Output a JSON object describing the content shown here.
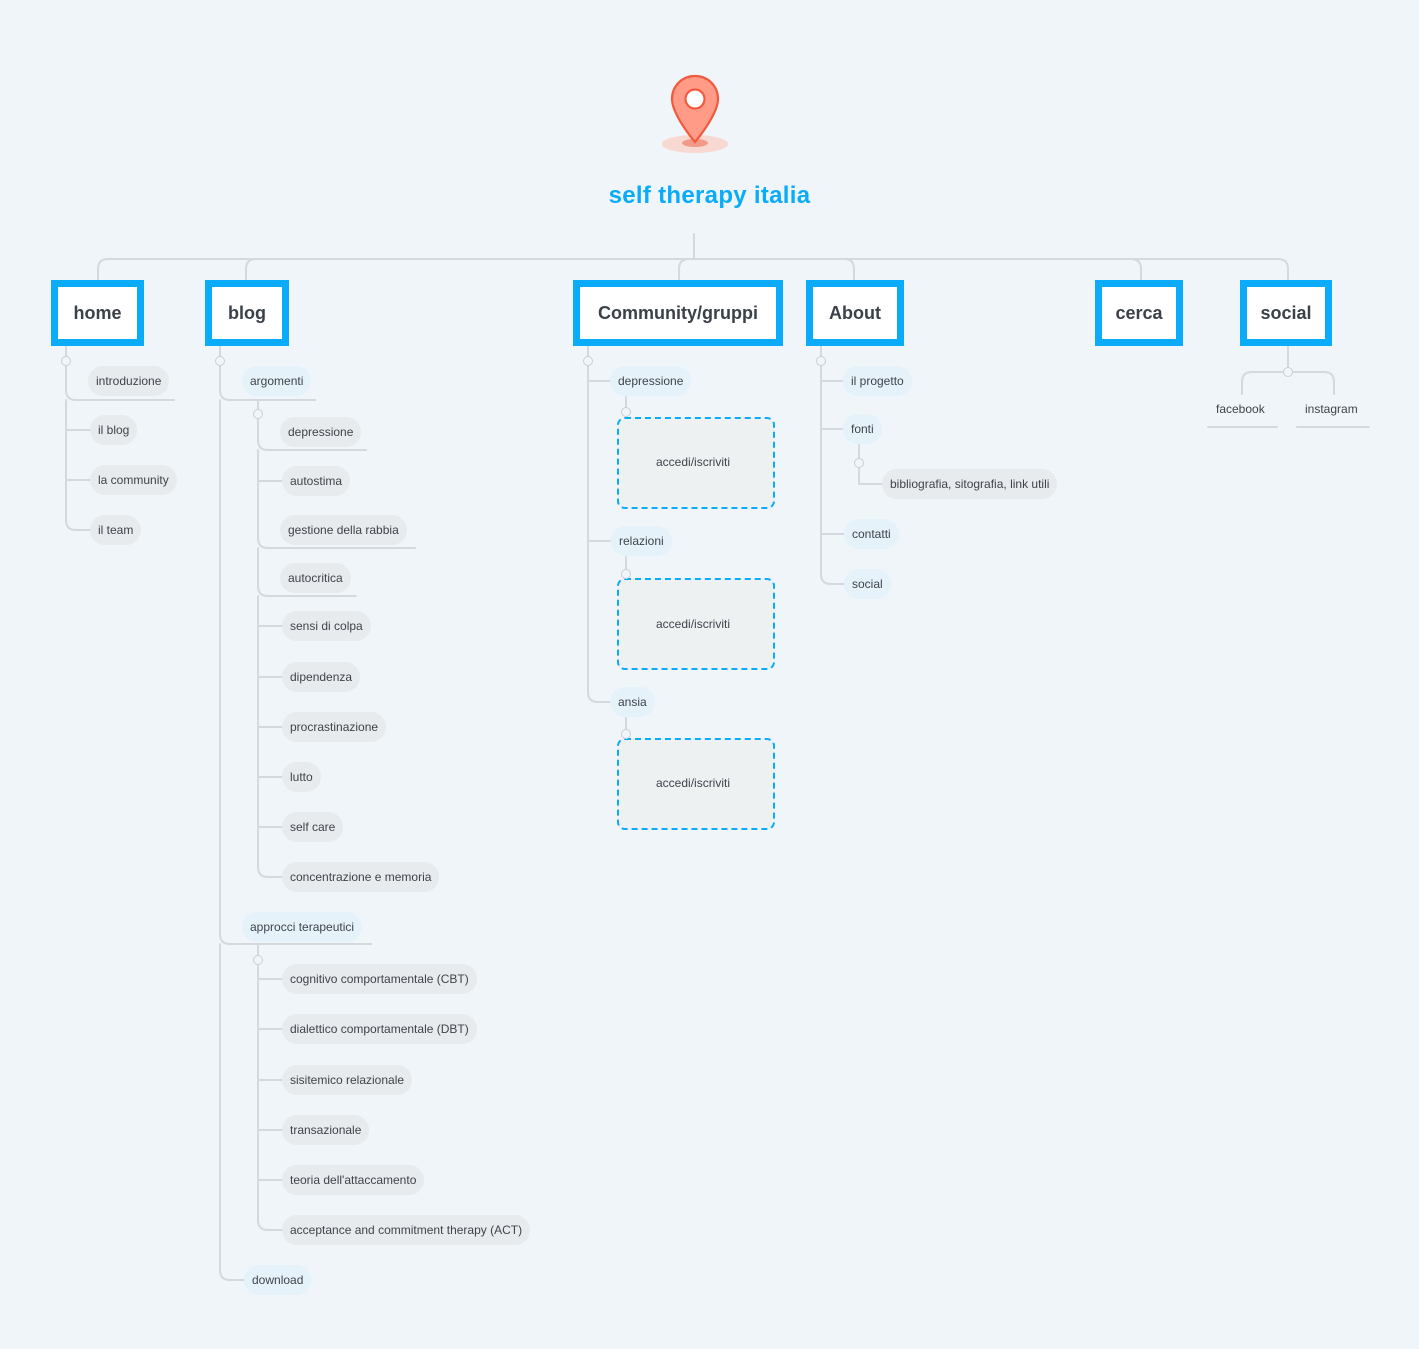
{
  "map": {
    "title": "self therapy italia",
    "center_icon": "location-pin-icon",
    "accent_color": "#0aabf8",
    "branches": {
      "home": {
        "label": "home",
        "children": [
          "introduzione",
          "il blog",
          "la community",
          "il team"
        ]
      },
      "blog": {
        "label": "blog",
        "argomenti": {
          "label": "argomenti",
          "children": [
            "depressione",
            "autostima",
            "gestione della rabbia",
            "autocritica",
            "sensi di colpa",
            "dipendenza",
            "procrastinazione",
            "lutto",
            "self care",
            "concentrazione e memoria"
          ]
        },
        "approcci": {
          "label": "approcci terapeutici",
          "children": [
            "cognitivo comportamentale (CBT)",
            "dialettico comportamentale (DBT)",
            "sisitemico relazionale",
            "transazionale",
            "teoria dell'attaccamento",
            "acceptance and commitment therapy (ACT)"
          ]
        },
        "download": "download"
      },
      "community": {
        "label": "Community/gruppi",
        "groups": [
          {
            "label": "depressione",
            "action": "accedi/iscriviti"
          },
          {
            "label": "relazioni",
            "action": "accedi/iscriviti"
          },
          {
            "label": "ansia",
            "action": "accedi/iscriviti"
          }
        ]
      },
      "about": {
        "label": "About",
        "children": [
          "il progetto",
          "fonti",
          "contatti",
          "social"
        ],
        "fonti_child": "bibliografia, sitografia, link utili"
      },
      "cerca": {
        "label": "cerca"
      },
      "social": {
        "label": "social",
        "children": [
          "facebook",
          "instagram"
        ]
      }
    }
  }
}
